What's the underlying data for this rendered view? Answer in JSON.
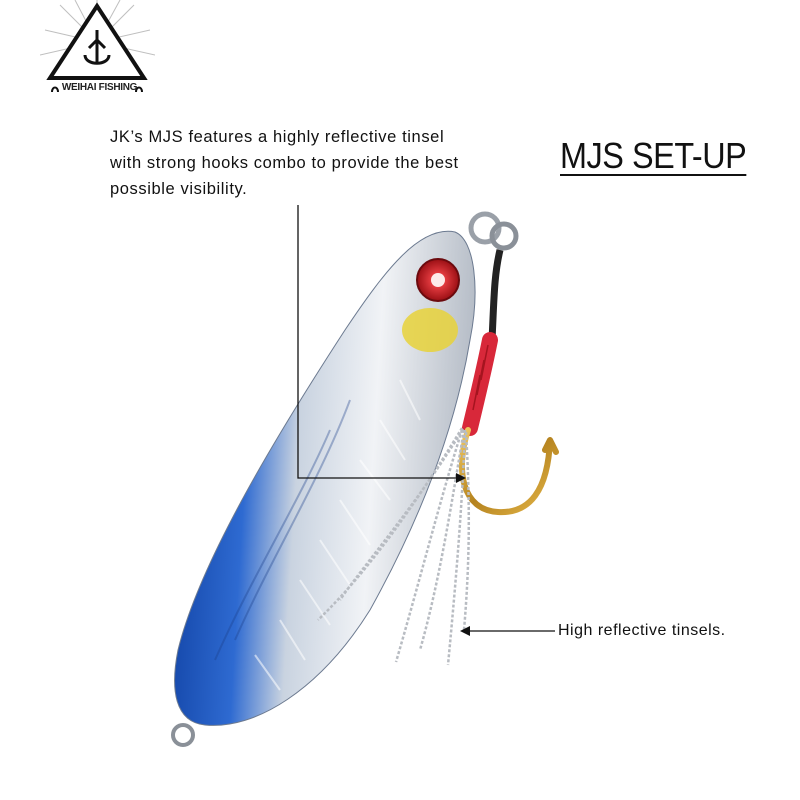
{
  "logo": {
    "name": "WEIHAI FISHING"
  },
  "description": {
    "lines": [
      "JK’s MJS features a highly reflective tinsel",
      "with strong hooks combo to provide the best",
      "possible visibility."
    ]
  },
  "title": "MJS SET-UP",
  "callout": "High reflective tinsels.",
  "colors": {
    "lure_blue": "#1a4fb0",
    "lure_silver": "#d8dde4",
    "eye_red": "#c0151d",
    "hook_gold": "#c99a2e",
    "wrap_red": "#d8283a"
  }
}
